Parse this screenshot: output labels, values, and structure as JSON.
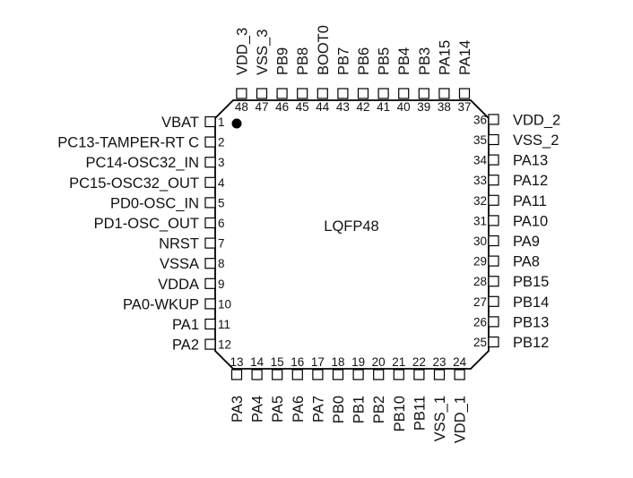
{
  "package": {
    "name": "LQFP48",
    "pin1_marker": "filled-dot"
  },
  "pins": {
    "left": [
      {
        "num": "1",
        "label": "VBAT"
      },
      {
        "num": "2",
        "label": "PC13-TAMPER-RT C"
      },
      {
        "num": "3",
        "label": "PC14-OSC32_IN"
      },
      {
        "num": "4",
        "label": "PC15-OSC32_OUT"
      },
      {
        "num": "5",
        "label": "PD0-OSC_IN"
      },
      {
        "num": "6",
        "label": "PD1-OSC_OUT"
      },
      {
        "num": "7",
        "label": "NRST"
      },
      {
        "num": "8",
        "label": "VSSA"
      },
      {
        "num": "9",
        "label": "VDDA"
      },
      {
        "num": "10",
        "label": "PA0-WKUP"
      },
      {
        "num": "11",
        "label": "PA1"
      },
      {
        "num": "12",
        "label": "PA2"
      }
    ],
    "bottom": [
      {
        "num": "13",
        "label": "PA3"
      },
      {
        "num": "14",
        "label": "PA4"
      },
      {
        "num": "15",
        "label": "PA5"
      },
      {
        "num": "16",
        "label": "PA6"
      },
      {
        "num": "17",
        "label": "PA7"
      },
      {
        "num": "18",
        "label": "PB0"
      },
      {
        "num": "19",
        "label": "PB1"
      },
      {
        "num": "20",
        "label": "PB2"
      },
      {
        "num": "21",
        "label": "PB10"
      },
      {
        "num": "22",
        "label": "PB11"
      },
      {
        "num": "23",
        "label": "VSS_1"
      },
      {
        "num": "24",
        "label": "VDD_1"
      }
    ],
    "right": [
      {
        "num": "25",
        "label": "PB12"
      },
      {
        "num": "26",
        "label": "PB13"
      },
      {
        "num": "27",
        "label": "PB14"
      },
      {
        "num": "28",
        "label": "PB15"
      },
      {
        "num": "29",
        "label": "PA8"
      },
      {
        "num": "30",
        "label": "PA9"
      },
      {
        "num": "31",
        "label": "PA10"
      },
      {
        "num": "32",
        "label": "PA11"
      },
      {
        "num": "33",
        "label": "PA12"
      },
      {
        "num": "34",
        "label": "PA13"
      },
      {
        "num": "35",
        "label": "VSS_2"
      },
      {
        "num": "36",
        "label": "VDD_2"
      }
    ],
    "top": [
      {
        "num": "37",
        "label": "PA14"
      },
      {
        "num": "38",
        "label": "PA15"
      },
      {
        "num": "39",
        "label": "PB3"
      },
      {
        "num": "40",
        "label": "PB4"
      },
      {
        "num": "41",
        "label": "PB5"
      },
      {
        "num": "42",
        "label": "PB6"
      },
      {
        "num": "43",
        "label": "PB7"
      },
      {
        "num": "44",
        "label": "BOOT0"
      },
      {
        "num": "45",
        "label": "PB8"
      },
      {
        "num": "46",
        "label": "PB9"
      },
      {
        "num": "47",
        "label": "VSS_3"
      },
      {
        "num": "48",
        "label": "VDD_3"
      }
    ]
  },
  "colors": {
    "stroke": "#000000",
    "text": "#111111",
    "background": "#ffffff"
  }
}
